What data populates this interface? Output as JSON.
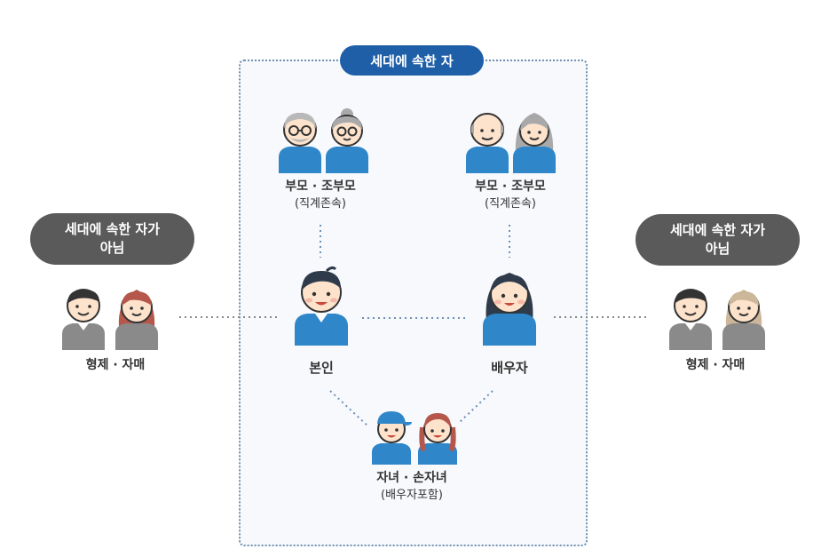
{
  "household": {
    "title": "세대에 속한 자"
  },
  "outside_left": {
    "pill_line1": "세대에 속한 자가",
    "pill_line2": "아님",
    "label": "형제 · 자매"
  },
  "outside_right": {
    "pill_line1": "세대에 속한 자가",
    "pill_line2": "아님",
    "label": "형제 · 자매"
  },
  "nodes": {
    "parents_left": {
      "label": "부모 · 조부모",
      "sub": "(직계존속)"
    },
    "parents_right": {
      "label": "부모 · 조부모",
      "sub": "(직계존속)"
    },
    "self": {
      "label": "본인"
    },
    "spouse": {
      "label": "배우자"
    },
    "children": {
      "label": "자녀 · 손자녀",
      "sub": "(배우자포함)"
    }
  },
  "colors": {
    "household_accent": "#1f5fa8",
    "household_border": "#6f8fb4",
    "shirt_blue": "#2f86c9",
    "shirt_gray": "#8a8a8a",
    "pill_gray": "#5a5a5a",
    "skin": "#fde3cc"
  }
}
